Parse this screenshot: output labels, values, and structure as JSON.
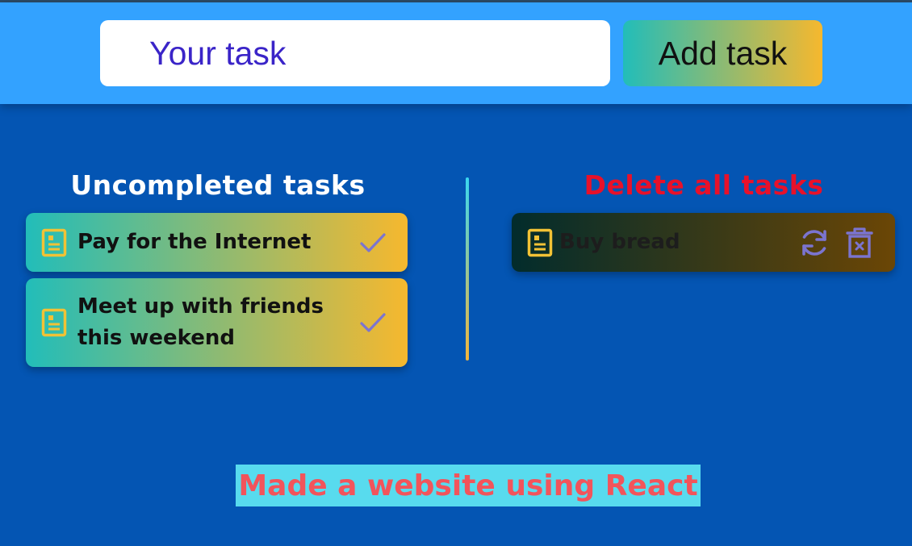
{
  "form": {
    "input_placeholder": "Your task",
    "input_value": "",
    "add_label": "Add task"
  },
  "uncompleted": {
    "title": "Uncompleted tasks",
    "tasks": [
      {
        "text": "Pay for the Internet",
        "icon": "document-icon",
        "action_icon": "check-icon"
      },
      {
        "text": "Meet up with friends this weekend",
        "icon": "document-icon",
        "action_icon": "check-icon"
      }
    ]
  },
  "completed": {
    "delete_all_label": "Delete all tasks",
    "tasks": [
      {
        "text": "Buy bread",
        "icon": "document-icon",
        "actions": [
          "restore-icon",
          "trash-icon"
        ]
      }
    ]
  },
  "footer": {
    "text": "Made a website using React"
  },
  "colors": {
    "page_bg": "#0455b3",
    "header_bg": "#33a2ff",
    "gradient_start": "#22bdb9",
    "gradient_end": "#f6b82e",
    "delete_all": "#e8112a",
    "input_text": "#3a24c8",
    "icon_yellow": "#f2c235",
    "icon_purple": "#7b74d0",
    "footer_bg": "#58dbee",
    "footer_text": "#f2545b"
  }
}
